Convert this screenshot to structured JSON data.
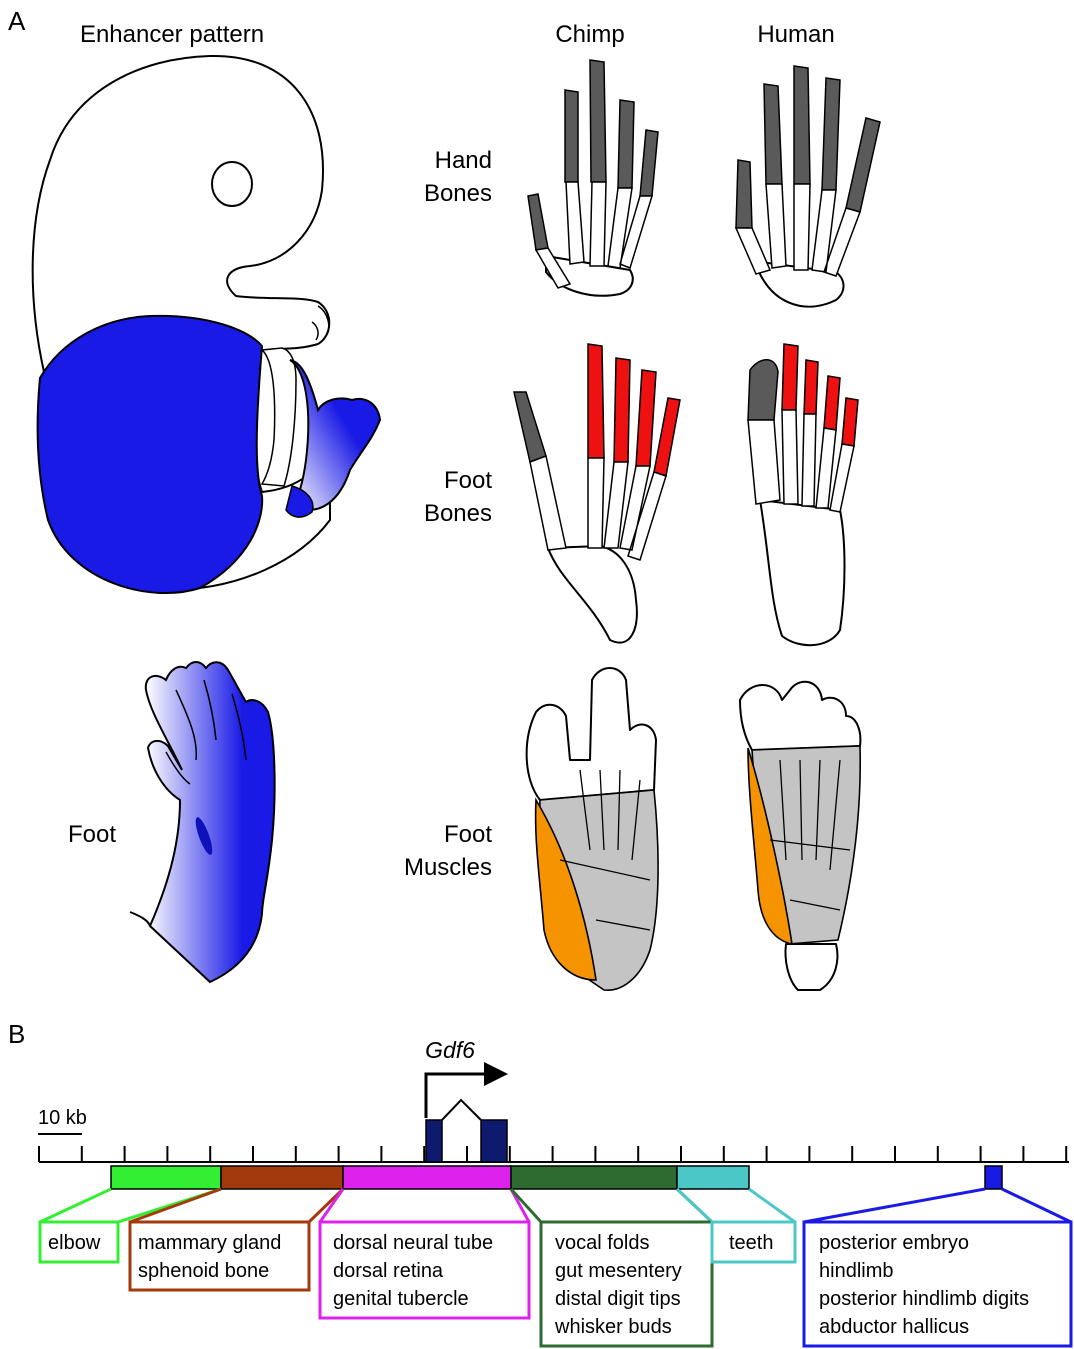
{
  "panel_a": {
    "panel_letter": "A",
    "enhancer_title": "Enhancer pattern",
    "col_chimp": "Chimp",
    "col_human": "Human",
    "row_hand": [
      "Hand",
      "Bones"
    ],
    "row_foot_bones": [
      "Foot",
      "Bones"
    ],
    "row_foot_muscles": [
      "Foot",
      "Muscles"
    ],
    "foot_label": "Foot"
  },
  "panel_b": {
    "panel_letter": "B",
    "gene_name": "Gdf6",
    "scale_label": "10 kb",
    "regions": [
      {
        "color": "#33ee33",
        "labels": [
          "elbow"
        ]
      },
      {
        "color": "#a33a0c",
        "labels": [
          "mammary gland",
          "sphenoid bone"
        ]
      },
      {
        "color": "#dd22ee",
        "labels": [
          "dorsal neural tube",
          "dorsal retina",
          "genital tubercle"
        ]
      },
      {
        "color": "#2e6b30",
        "labels": [
          "vocal folds",
          "gut mesentery",
          "distal digit tips",
          "whisker buds"
        ]
      },
      {
        "color": "#4cc7c7",
        "labels": [
          "teeth"
        ]
      },
      {
        "color": "#1a1ae6",
        "labels": [
          "posterior embryo",
          "hindlimb",
          "posterior hindlimb digits",
          "abductor hallicus"
        ]
      }
    ]
  },
  "colors": {
    "enhancer_blue": "#1a1ae6",
    "chimp_hallux_gray": "#5a5a5a",
    "lateral_digit_red": "#ee1111",
    "muscle_gray": "#c4c4c4",
    "abductor_orange": "#f59300",
    "exon_navy": "#0e1a6e"
  }
}
